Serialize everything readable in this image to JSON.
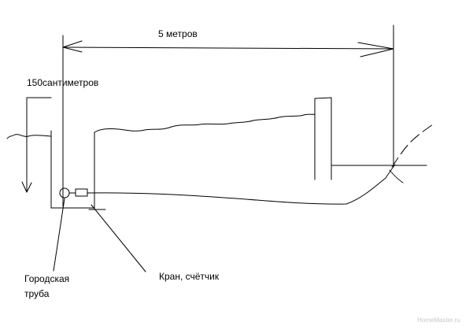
{
  "labels": {
    "distance": "5 метров",
    "depth": "150сантиметров",
    "city_pipe_line1": "Городская",
    "city_pipe_line2": "труба",
    "valve_meter": "Кран, счётчик"
  },
  "watermark": "HomeMaster.ru",
  "colors": {
    "ink": "#000000",
    "background": "#ffffff",
    "watermark": "#c8c8c8"
  }
}
